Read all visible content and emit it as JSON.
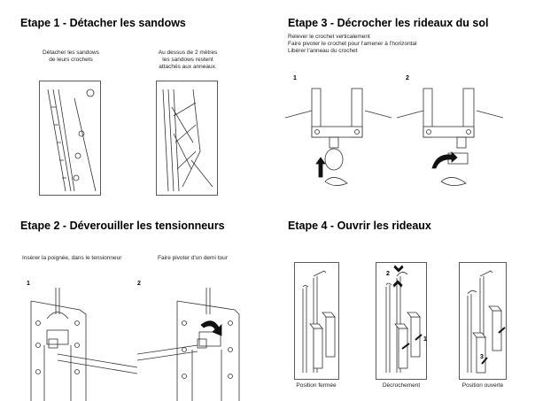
{
  "step1": {
    "title": "Etape 1 - Détacher les sandows",
    "caption1": [
      "Détacher les sandows",
      "de leurs crochets"
    ],
    "caption2": [
      "Au dessus de 2 mètres",
      "les sandows restent",
      "attachés aux anneaux."
    ]
  },
  "step2": {
    "title": "Etape 2 - Déverouiller les tensionneurs",
    "caption1": "Insérer la poignée, dans le tensionneur",
    "caption2": "Faire pivoter d'un demi tour",
    "label1": "1",
    "label2": "2"
  },
  "step3": {
    "title": "Etape 3 - Décrocher les rideaux du sol",
    "lines": [
      "Relever le crochet verticalement",
      "Faire pivoter le crochet pour l'amener à l'horizontal",
      "Libérer l'anneau du crochet"
    ],
    "label1": "1",
    "label2": "2"
  },
  "step4": {
    "title": "Etape 4 - Ouvrir les rideaux",
    "caption1": "Position fermée",
    "caption2": "Décrochement",
    "caption3": "Position ouverte",
    "mark1": "1",
    "mark2": "2",
    "mark3": "3"
  }
}
